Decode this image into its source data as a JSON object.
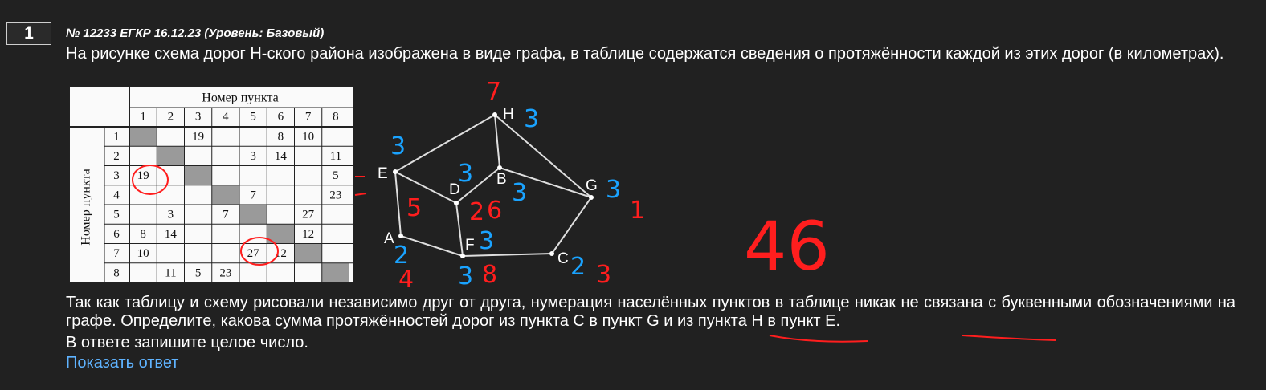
{
  "task": {
    "number": "1",
    "meta": "№ 12233 ЕГКР 16.12.23 (Уровень: Базовый)",
    "intro": "На рисунке схема дорог Н-ского района изображена в виде графа, в таблице содержатся сведения о протяжённости каждой из этих дорог (в километрах).",
    "body_before_c": "Так как таблицу и схему рисовали независимо друг от друга, нумерация населённых пунктов в таблице никак не связана с буквенными обозначениями на графе. Определите, какова сумма протяжённостей дорог из пункта ",
    "body_c": "C в пункт G",
    "body_middle": " и из пункта ",
    "body_h": "H в пункт E",
    "body_end": ".",
    "answer_instruction": "В ответе запишите целое число.",
    "show_answer_link": "Показать ответ"
  },
  "table": {
    "col_header": "Номер пункта",
    "row_header": "Номер пункта",
    "columns": [
      "1",
      "2",
      "3",
      "4",
      "5",
      "6",
      "7",
      "8"
    ],
    "rows": [
      {
        "label": "1",
        "cells": [
          "",
          "",
          "19",
          "",
          "",
          "8",
          "10",
          ""
        ]
      },
      {
        "label": "2",
        "cells": [
          "",
          "",
          "",
          "",
          "3",
          "14",
          "",
          "11"
        ]
      },
      {
        "label": "3",
        "cells": [
          "19",
          "",
          "",
          "",
          "",
          "",
          "",
          "5"
        ]
      },
      {
        "label": "4",
        "cells": [
          "",
          "",
          "",
          "",
          "7",
          "",
          "",
          "23"
        ]
      },
      {
        "label": "5",
        "cells": [
          "",
          "3",
          "",
          "7",
          "",
          "",
          "27",
          ""
        ]
      },
      {
        "label": "6",
        "cells": [
          "8",
          "14",
          "",
          "",
          "",
          "",
          "12",
          ""
        ]
      },
      {
        "label": "7",
        "cells": [
          "10",
          "",
          "",
          "",
          "27",
          "12",
          "",
          ""
        ]
      },
      {
        "label": "8",
        "cells": [
          "",
          "11",
          "5",
          "23",
          "",
          "",
          "",
          ""
        ]
      }
    ]
  },
  "graph": {
    "vertices": [
      "H",
      "E",
      "B",
      "D",
      "G",
      "A",
      "F",
      "C"
    ]
  },
  "annotations": {
    "blue": [
      "3",
      "3",
      "3",
      "3",
      "3",
      "2",
      "3",
      "3",
      "2"
    ],
    "red": [
      "7",
      "5",
      "2",
      "6",
      "1",
      "4",
      "8",
      "3",
      "46"
    ]
  },
  "colors": {
    "background": "#212121",
    "link": "#5fb3ff",
    "annotation_red": "#ff1e1e",
    "annotation_blue": "#1aa3ff"
  }
}
